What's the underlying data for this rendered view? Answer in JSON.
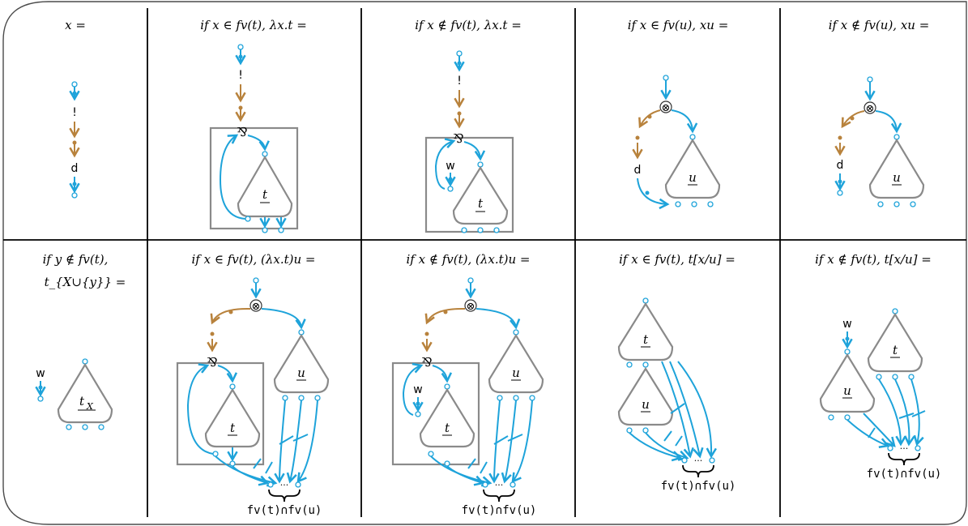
{
  "colors": {
    "wire": "#1ea3da",
    "bang_wire": "#b8823c",
    "box": "#8a8a8a"
  },
  "top_row": {
    "c1": "x =",
    "c2": "if x ∈ fv(t), λx.t =",
    "c3": "if x ∉ fv(t), λx.t =",
    "c4": "if x ∈ fv(u), xu =",
    "c5": "if x ∉ fv(u), xu ="
  },
  "bottom_row": {
    "c1_line1": "if y ∉ fv(t),",
    "c1_line2": "t_{X∪{y}} =",
    "c2": "if x ∈ fv(t), (λx.t)u =",
    "c3": "if x ∉ fv(t), (λx.t)u =",
    "c4": "if x ∈ fv(t), t[x/u] =",
    "c5": "if x ∉ fv(t), t[x/u] ="
  },
  "nodes": {
    "bang": "!",
    "dereliction": "d",
    "weakening": "w",
    "par": "⅋",
    "tensor": "⊗",
    "t": "t",
    "u": "u",
    "t_X": "t",
    "t_X_sub": "X",
    "dots": "···",
    "shared": "fv(t)∩fv(u)"
  }
}
